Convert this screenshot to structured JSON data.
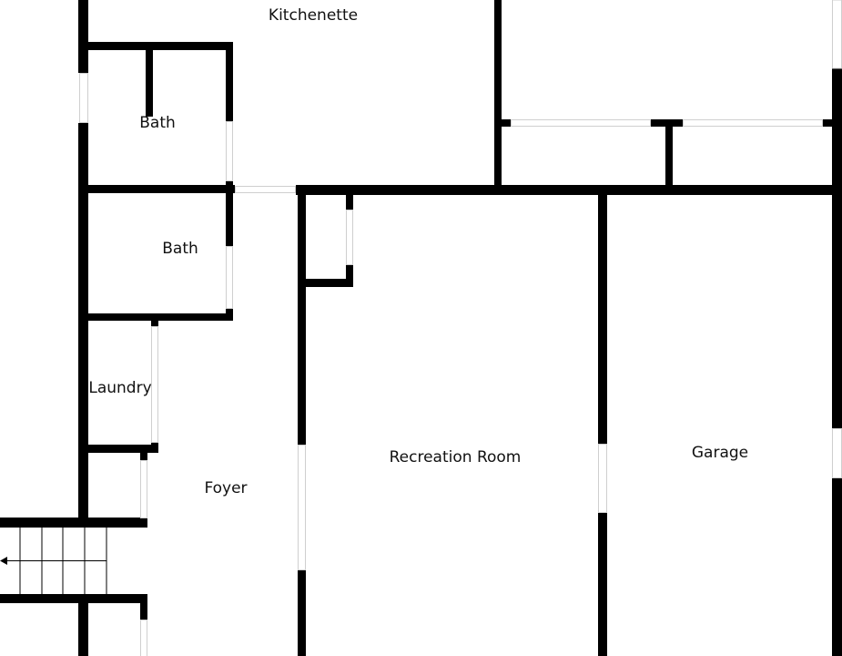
{
  "rooms": {
    "kitchenette": "Kitchenette",
    "bath_upper": "Bath",
    "bath_lower": "Bath",
    "laundry": "Laundry",
    "foyer": "Foyer",
    "recreation": "Recreation Room",
    "garage": "Garage"
  },
  "colors": {
    "wall": "#000000",
    "window": "#cfcfcf",
    "background": "#ffffff"
  }
}
